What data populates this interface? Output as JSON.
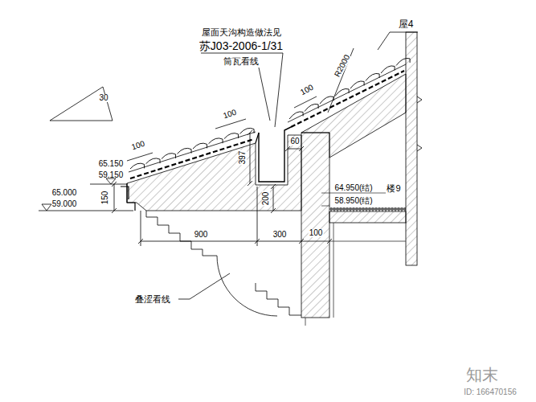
{
  "diagram": {
    "labels": [
      "屋面天沟构造做法见",
      "苏J03-2006-1/31",
      "筒瓦看线",
      "屋4",
      "R2000",
      "30",
      "100",
      "100",
      "100",
      "397",
      "60",
      "65.150",
      "59.150",
      "65.000",
      "59.000",
      "150",
      "200",
      "64.950(结)",
      "58.950(结)",
      "楼9",
      "900",
      "300",
      "100",
      "叠涩看线",
      "知末",
      "ID: 166470156"
    ]
  }
}
